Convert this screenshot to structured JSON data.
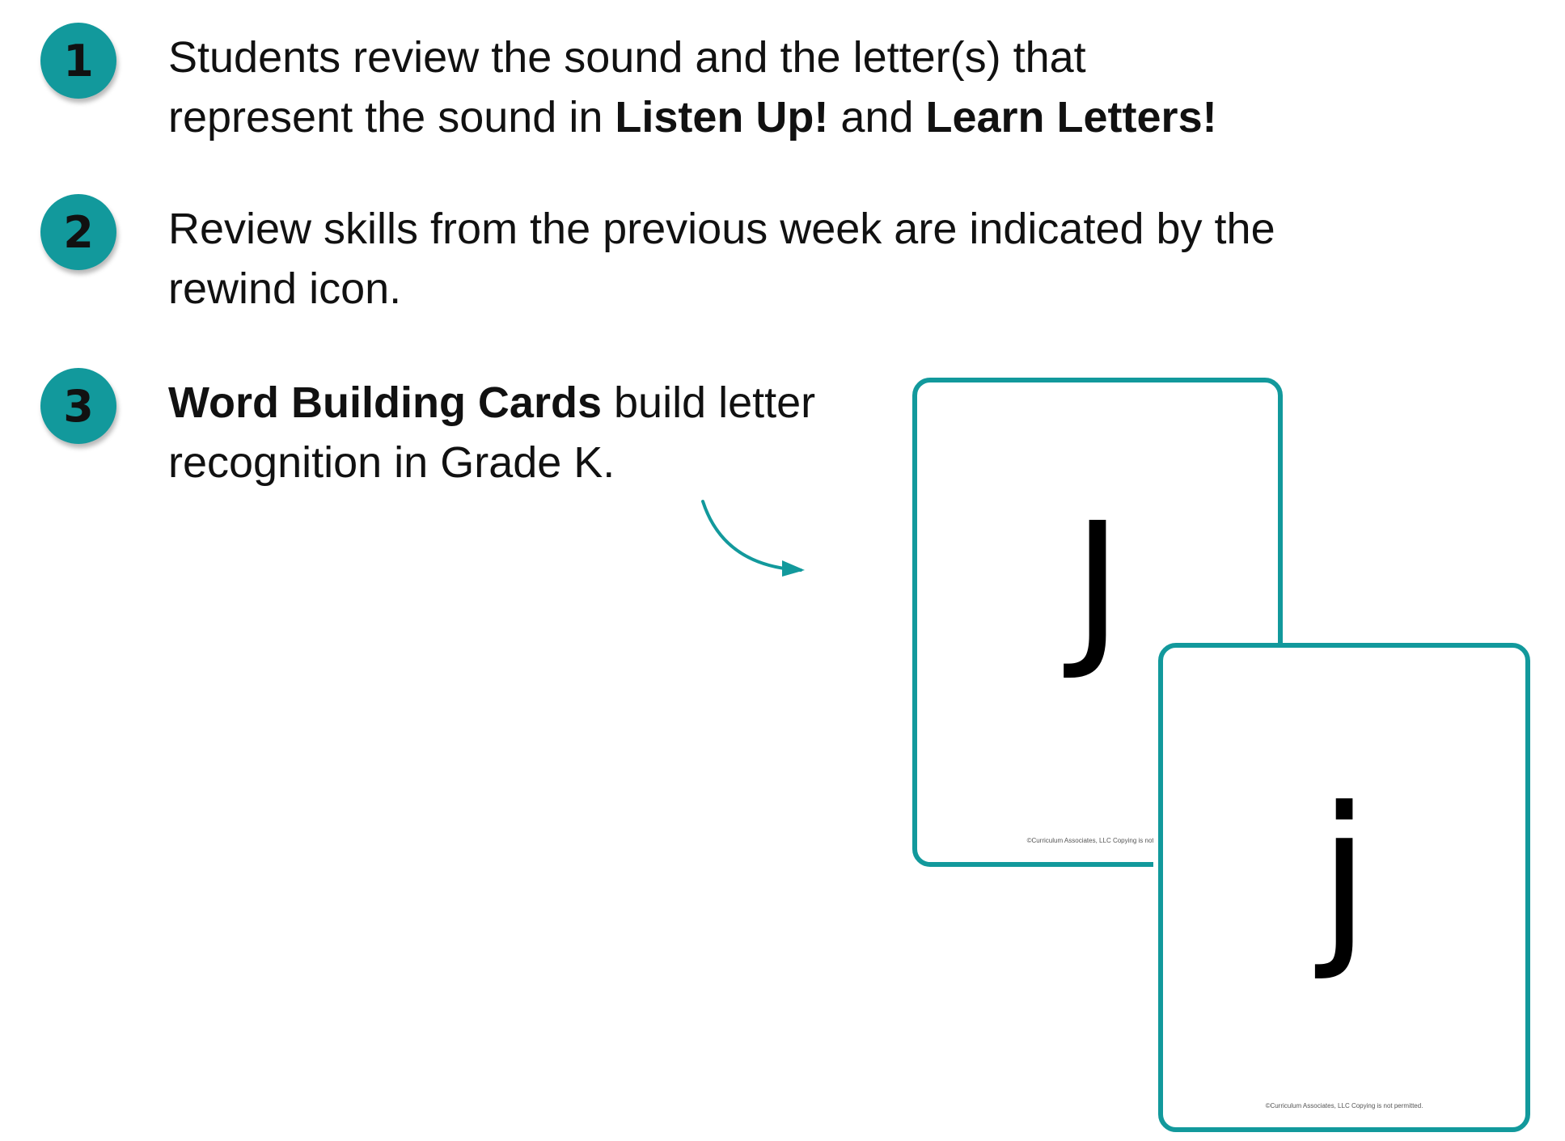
{
  "steps": [
    {
      "number": "1",
      "parts": [
        "Students review the sound and the letter(s) that represent the sound in ",
        "Listen Up!",
        " and ",
        "Learn Letters!"
      ]
    },
    {
      "number": "2",
      "parts": [
        "Review skills from the previous week are indicated by the rewind icon."
      ]
    },
    {
      "number": "3",
      "parts": [
        "Word Building Cards",
        " build letter recognition in Grade K."
      ]
    }
  ],
  "cards": {
    "upper": {
      "letter": "J",
      "footer": "©Curriculum Associates, LLC    Copying is not permitted."
    },
    "lower": {
      "letter": "j",
      "footer": "©Curriculum Associates, LLC    Copying is not permitted."
    }
  },
  "colors": {
    "accent": "#12999c",
    "text": "#111111"
  },
  "icons": {
    "arrow": "curved-arrow-icon"
  }
}
